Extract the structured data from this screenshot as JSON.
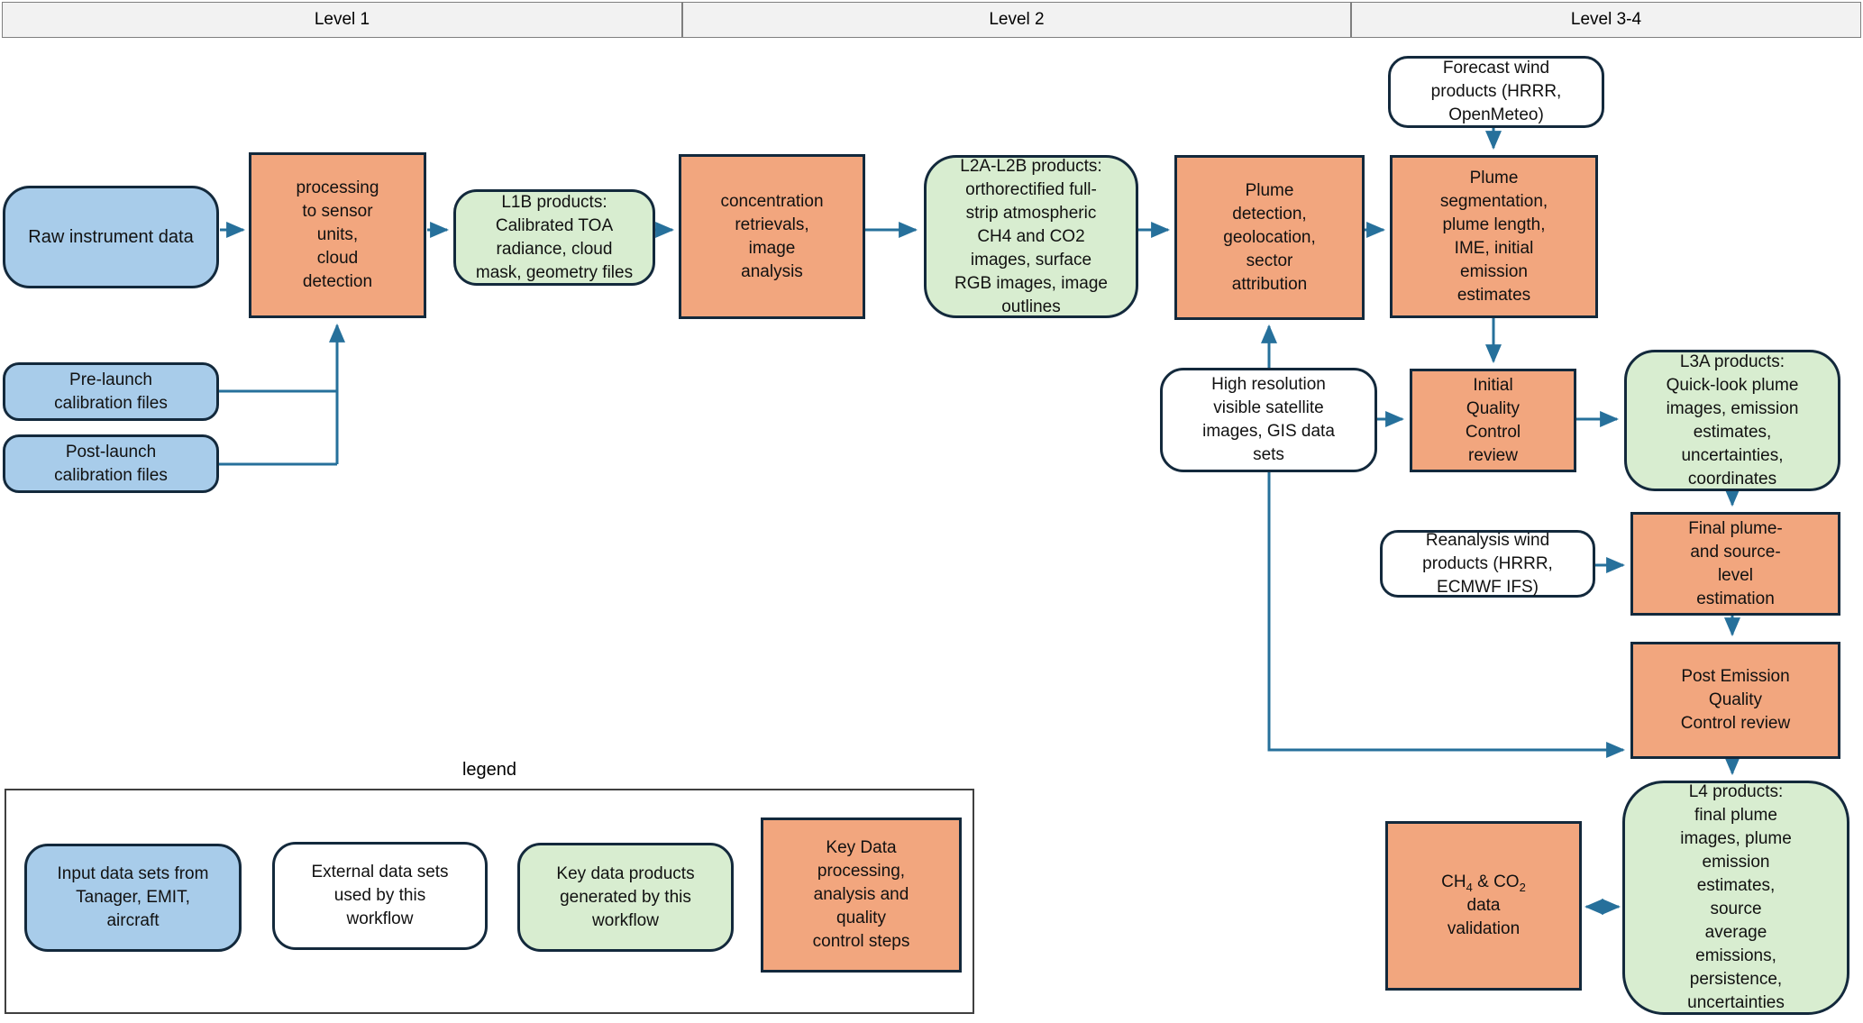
{
  "header": {
    "cells": [
      {
        "label": "Level 1"
      },
      {
        "label": "Level 2"
      },
      {
        "label": "Level 3-4"
      }
    ]
  },
  "colors": {
    "input_fill": "#A8CCEA",
    "external_fill": "#FFFFFF",
    "product_fill": "#D8EDD0",
    "process_fill": "#F2A67E",
    "node_border": "#13293C",
    "arrow": "#26709B",
    "header_fill": "#F2F2F2",
    "header_border": "#7F7F7F",
    "legend_border": "#404040",
    "text": "#111111"
  },
  "nodes": {
    "raw": {
      "type": "input",
      "label": "Raw instrument data"
    },
    "processing": {
      "type": "process",
      "label": "processing\nto sensor\nunits,\ncloud\ndetection"
    },
    "l1b": {
      "type": "product",
      "label": "L1B products:\nCalibrated TOA\nradiance, cloud\nmask, geometry files"
    },
    "conc": {
      "type": "process",
      "label": "concentration\nretrievals,\nimage\nanalysis"
    },
    "l2ab": {
      "type": "product",
      "label": "L2A-L2B products:\northorectified full-\nstrip atmospheric\nCH4 and CO2\nimages, surface\nRGB images, image\noutlines"
    },
    "plumedet": {
      "type": "process",
      "label": "Plume\ndetection,\ngeolocation,\nsector\nattribution"
    },
    "forecast": {
      "type": "external",
      "label": "Forecast wind\nproducts (HRRR,\nOpenMeteo)"
    },
    "plumeseg": {
      "type": "process",
      "label": "Plume\nsegmentation,\nplume length,\nIME, initial\nemission\nestimates"
    },
    "prelaunch": {
      "type": "input",
      "label": "Pre-launch\ncalibration files"
    },
    "postlaunch": {
      "type": "input",
      "label": "Post-launch\ncalibration files"
    },
    "highres": {
      "type": "external",
      "label": "High resolution\nvisible satellite\nimages, GIS data\nsets"
    },
    "initialqc": {
      "type": "process",
      "label": "Initial\nQuality\nControl\nreview"
    },
    "l3a": {
      "type": "product",
      "label": "L3A products:\nQuick-look plume\nimages, emission\nestimates,\nuncertainties,\ncoordinates"
    },
    "reanalysis": {
      "type": "external",
      "label": "Reanalysis wind\nproducts (HRRR,\nECMWF IFS)"
    },
    "final": {
      "type": "process",
      "label": "Final plume-\nand source-\nlevel\nestimation"
    },
    "post": {
      "type": "process",
      "label": "Post Emission\nQuality\nControl review"
    },
    "l4": {
      "type": "product",
      "label": "L4 products:\nfinal plume\nimages, plume\nemission\nestimates,\nsource\naverage\nemissions,\npersistence,\nuncertainties"
    },
    "validation": {
      "type": "process",
      "t1": "CH",
      "s1": "4",
      "t2": " & CO",
      "s2": "2",
      "rest": "\ndata\nvalidation"
    }
  },
  "legend": {
    "title": "legend",
    "items": [
      {
        "type": "input",
        "label": "Input data sets from\nTanager, EMIT,\naircraft"
      },
      {
        "type": "external",
        "label": "External data sets\nused by this\nworkflow"
      },
      {
        "type": "product",
        "label": "Key data products\ngenerated by this\nworkflow"
      },
      {
        "type": "process",
        "label": "Key Data\nprocessing,\nanalysis and\nquality\ncontrol steps"
      }
    ]
  }
}
